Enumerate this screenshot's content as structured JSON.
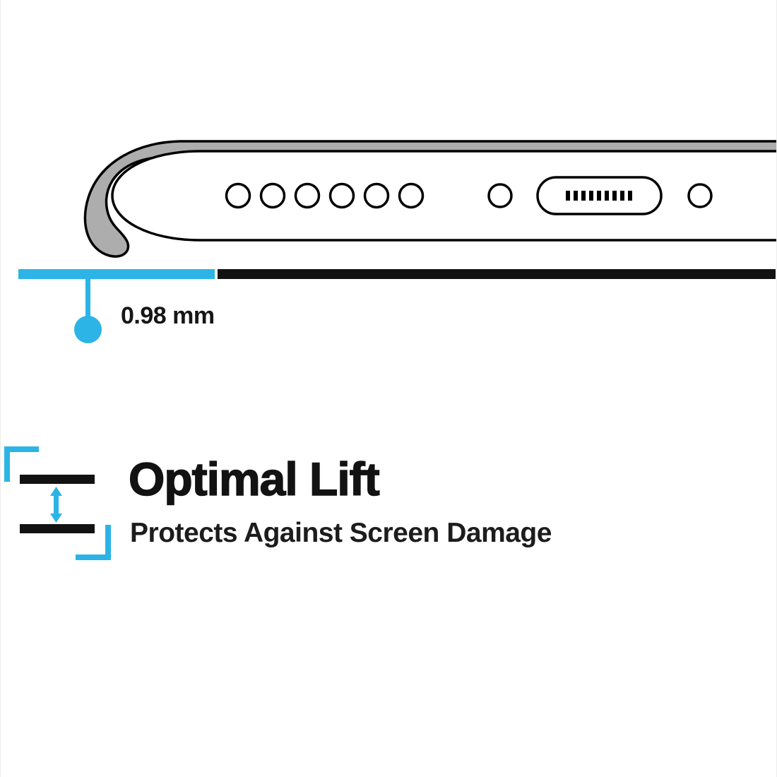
{
  "measurement": {
    "value": "0.98 mm"
  },
  "feature": {
    "title": "Optimal Lift",
    "subtitle": "Protects Against Screen Damage"
  },
  "illustration": {
    "description": "Side cross-section of a phone bottom edge inside a protective case with raised lip",
    "speaker_holes": 6,
    "screws": 2,
    "charging_ports": 1
  },
  "colors": {
    "accent_cyan": "#2CB4E6",
    "ink_black": "#121212",
    "case_gray": "#ADADAD",
    "background": "#FFFFFF"
  }
}
